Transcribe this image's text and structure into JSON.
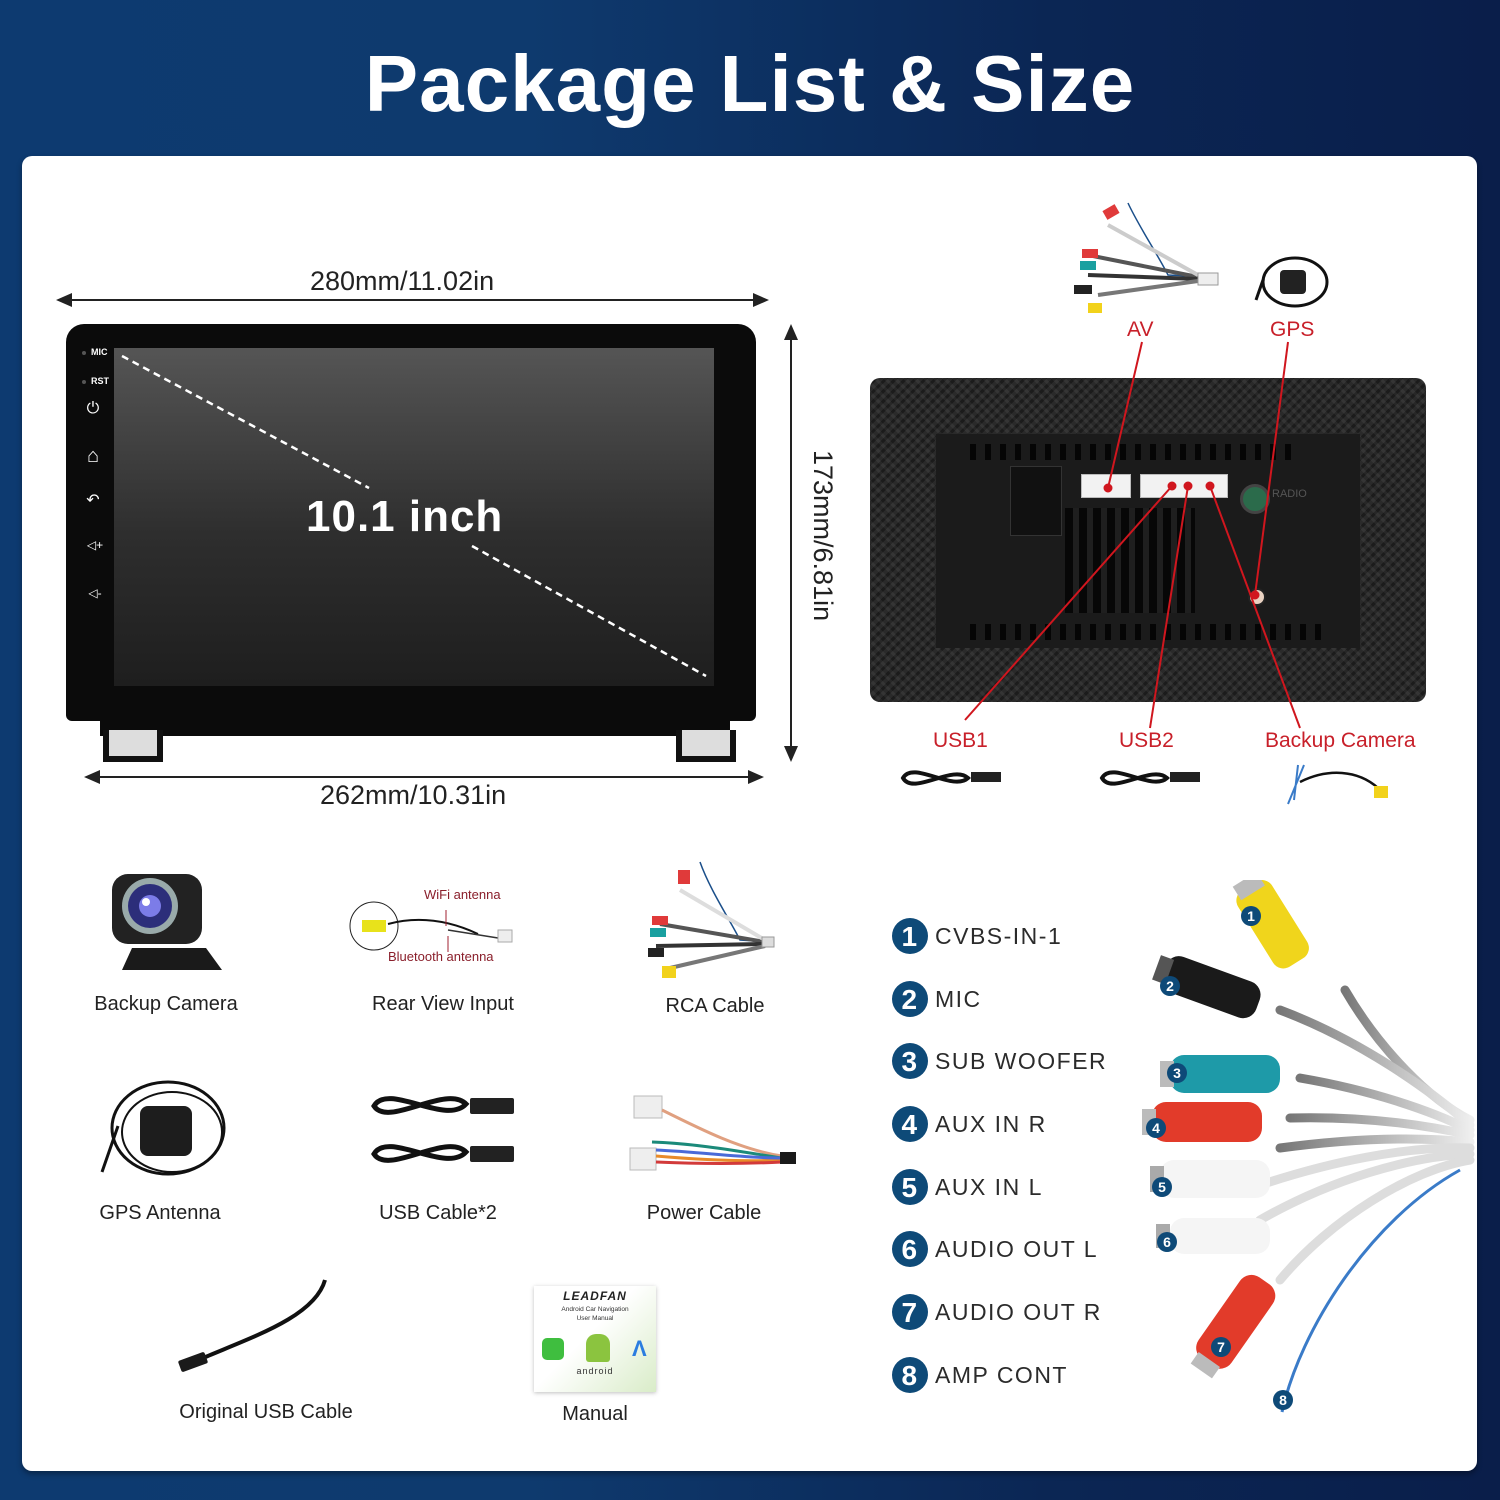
{
  "page": {
    "title": "Package List & Size"
  },
  "dimensions": {
    "top_width": "280mm/11.02in",
    "bottom_width": "262mm/10.31in",
    "height": "173mm/6.81in",
    "screen_size": "10.1 inch"
  },
  "head_unit": {
    "side_labels": [
      "MIC",
      "RST"
    ],
    "side_buttons": [
      {
        "icon": "power-icon",
        "glyph": "⏻"
      },
      {
        "icon": "home-icon",
        "glyph": "⌂"
      },
      {
        "icon": "back-icon",
        "glyph": "↶"
      },
      {
        "icon": "volume-up-icon",
        "glyph": "◁+"
      },
      {
        "icon": "volume-down-icon",
        "glyph": "◁-"
      }
    ]
  },
  "rear_panel": {
    "radio_label": "RADIO",
    "callouts": {
      "av": "AV",
      "gps": "GPS",
      "usb1": "USB1",
      "usb2": "USB2",
      "backup_camera": "Backup Camera"
    },
    "callout_color": "#c8202a"
  },
  "package_items": [
    {
      "label": "Backup Camera"
    },
    {
      "label": "Rear View Input",
      "annotations": {
        "wifi": "WiFi antenna",
        "bluetooth": "Bluetooth antenna"
      }
    },
    {
      "label": "RCA Cable"
    },
    {
      "label": "GPS Antenna"
    },
    {
      "label": "USB Cable*2"
    },
    {
      "label": "Power Cable"
    },
    {
      "label": "Original USB Cable"
    },
    {
      "label": "Manual",
      "cover": {
        "brand": "LEADFAN",
        "line1": "Android Car Navigation",
        "line2": "User Manual",
        "logo_text": "android"
      }
    }
  ],
  "rca_pinout": [
    {
      "num": "1",
      "label": "CVBS-IN-1"
    },
    {
      "num": "2",
      "label": "MIC"
    },
    {
      "num": "3",
      "label": "SUB WOOFER"
    },
    {
      "num": "4",
      "label": "AUX IN R"
    },
    {
      "num": "5",
      "label": "AUX IN L"
    },
    {
      "num": "6",
      "label": "AUDIO OUT L"
    },
    {
      "num": "7",
      "label": "AUDIO OUT R"
    },
    {
      "num": "8",
      "label": "AMP CONT"
    }
  ],
  "colors": {
    "background_blue": "#0d3a70",
    "badge_blue": "#0e4a78",
    "callout_red": "#c8202a"
  }
}
